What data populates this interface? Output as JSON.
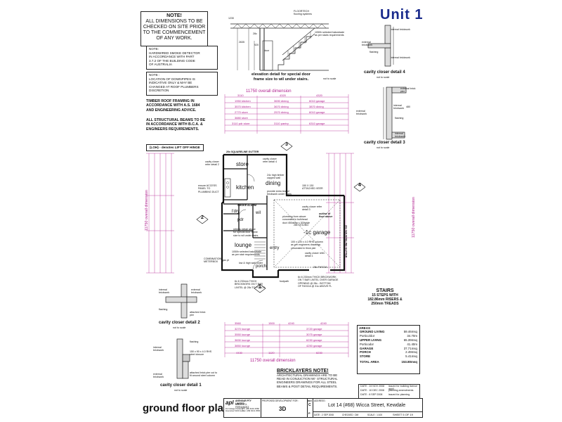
{
  "unit_title": "Unit 1",
  "sheet_title": "ground floor plan",
  "notes": {
    "main": [
      "NOTE!",
      "ALL DIMENSIONS TO BE",
      "CHECKED ON SITE PRIOR",
      "TO THE COMMENCEMENT",
      "OF ANY WORK."
    ],
    "smoke": [
      "NOTE:",
      "HARDWIRED SMOKE DETECTOR",
      "IN ACCORDANCE WITH PART",
      "3.7.2 OF THE BUILDING CODE",
      "OF AUSTRALIA"
    ],
    "downpipes": [
      "NOTE :",
      "LOCATION OF DOWNPIPES IS",
      "INDICATIVE ONLY & MAY BE",
      "CHANGED AT ROOF PLUMBERS",
      "DISCRETION"
    ],
    "timber": [
      "TIMBER ROOF FRAMING IN",
      "ACCORDANCE WITH A.S. 1684",
      "AND ENGINEERING ADVICE."
    ],
    "beams": [
      "ALL STRUCTURAL BEAMS TO BE",
      "IN ACCORDANCE WITH B.C.A. &",
      "ENGINEERS REQUIREMENTS."
    ],
    "loh": "(LOH) - denotes LIFT OFF HINGE"
  },
  "elevation": {
    "caption": [
      "elevation detail for special door",
      "frame size to wil under stairs."
    ],
    "scale": "not to scale",
    "flooring": [
      "FLOORTECH",
      "flooring systems"
    ],
    "balusters": [
      "1050h selected balustrade",
      "as per stairs requirements"
    ],
    "dims": [
      "1230",
      "28c",
      "2635",
      "920",
      "door"
    ]
  },
  "details": [
    {
      "title": "cavity closer detail 4",
      "scale": "not to scale"
    },
    {
      "title": "cavity closer detail 3",
      "scale": "not to scale"
    },
    {
      "title": "cavity closer detail 2",
      "scale": "not to scale"
    },
    {
      "title": "cavity closer detail 1",
      "scale": "not to scale"
    }
  ],
  "detail_labels": {
    "internal_brickwork": "internal brickwork",
    "external_brickwork": "external brickwork",
    "flashing": "flashing",
    "attached_brick_pier": "attached brick pier",
    "steel_closure": [
      "150 x 90 x 4.0 RHS",
      "steel closure"
    ],
    "brick_pier_note": [
      "attached brick pier cut to",
      "fit around steel column"
    ],
    "external_brick_pier": "external brick pier",
    "dim_480": "480"
  },
  "overall_dimension": "11750 overall dimension",
  "top_dims": {
    "row1": [
      "3110",
      "4320",
      "4320"
    ],
    "row2": [
      "1950 kitchen",
      "3690 dining",
      "6010 garage"
    ],
    "row3": [
      "3570 kitchen",
      "3670 dining",
      "3870 dining"
    ],
    "row4": [
      "2770 store",
      "2570 dining",
      "6010 garage"
    ],
    "row5": [
      "3880 store"
    ],
    "row6": [
      "3110 pdr store",
      "3110 pantry",
      "6310 garage"
    ]
  },
  "bottom_dims": {
    "row1": [
      "3560",
      "1500",
      "4240",
      "4240"
    ],
    "row2": [
      "3270 lounge",
      "3720 garage"
    ],
    "row3": [
      "3550 lounge",
      "3075 garage"
    ],
    "row4": [
      "3830 lounge",
      "6230 garage"
    ],
    "row5": [
      "3850 lounge",
      "4250 garage"
    ],
    "row6": [
      "4430",
      "1120",
      "6230"
    ]
  },
  "side_labels": {
    "left": [
      "11750 overall dimension"
    ],
    "right": [
      "11750 overall dimension"
    ]
  },
  "sections": [
    "3",
    "2",
    "4",
    "1"
  ],
  "rooms": {
    "store": "store",
    "kitchen": "kitchen",
    "dining": "dining",
    "ldry": "l'dry",
    "pdr": "pdr",
    "wil": "wil",
    "garage": "-1c garage",
    "lounge": "lounge",
    "entry": "entry",
    "porch": "porch"
  },
  "plan_notes": {
    "gutter_top": "20x SQUARELINE GUTTER",
    "gutter_right": "20x SQUARELINE GUTTER",
    "cavity_closer_4": "cavity closer refer detail 4",
    "cavity_closer_3": "cavity closer refer detail 3",
    "cavity_closer_2": "cavity closer refer detail 2",
    "cavity_closer_1": "cavity closer refer detail 1",
    "stair": [
      "refer to detail above",
      "for special door frame",
      "size to wil under stairs."
    ],
    "balustrade": [
      "1050h selected balustrade",
      "as per stair requirements"
    ],
    "plumbing": [
      "plumbing from above",
      "concealed in bulkhead",
      "duct 450deep x 300wide"
    ],
    "column": [
      "100 x 100 x 4.0 RHS column",
      "as per engineers drawings",
      "concealed in thick pier"
    ],
    "beam": [
      "150 X 130",
      "ATTACHED VEER"
    ],
    "outline": [
      "outline of",
      "floor above"
    ],
    "ceiling": "28c CEILING",
    "access": [
      "ensure ACCESS",
      "PANEL TO",
      "PLUMBING DUCT"
    ],
    "combination": [
      "COMBINATION",
      "METERBOX"
    ],
    "lintel1": [
      "6x 6 230mm THICK",
      "BRICKWORK ON T BAR",
      "LINTEL @ 28c TO PORCH"
    ],
    "lintel2": [
      "6x 6 230mm THICK BRICKWORK",
      "ON T BAR LINTEL OVER GARAGE",
      "OPENING @ 28c - BOTTOM",
      "OF FASCIA @ 31c ABOVE FL"
    ],
    "bench": [
      "24c high timber",
      "capped wall"
    ],
    "display": [
      "provide extra leaf of",
      "brickwork under stairs"
    ],
    "smoke": "SMOKE ALARM",
    "fascia": "28c FASCIA",
    "footpath": "footpath",
    "porch_wall": "low & high wall under",
    "gas": "gas pt",
    "stairs_block": [
      "STAIRS",
      "15 STEPS WITH",
      "182.86mm RISERS &",
      "250mm TREADS"
    ]
  },
  "areas": {
    "header": "AREAS",
    "rows": [
      {
        "label": "GROUND LIVING",
        "value": "59.46msq"
      },
      {
        "label": "Portico/dor",
        "value": "34.70m"
      },
      {
        "label": "UPPER LIVING",
        "value": "65.39msq"
      },
      {
        "label": "Porticodor",
        "value": "41.40m"
      },
      {
        "label": "GARAGE",
        "value": "37.71msq"
      },
      {
        "label": "PORCH",
        "value": "2.49msq"
      },
      {
        "label": "STORE",
        "value": "5.41msq"
      }
    ],
    "total_label": "TOTAL AREA",
    "total_value": "153.80msq"
  },
  "bricklayers": {
    "title": "BRICKLAYERS NOTE!",
    "text": [
      "ARCHITECTURAL DRAWINGS ARE TO BE",
      "READ IN CONJUCTION W/- STRUCTURAL",
      "ENGINEERS DRAWINGS FOR ALL STEEL",
      "BEAMS & POST DETAIL REQUIREMENTS."
    ]
  },
  "revisions": [
    {
      "date": "DATE : 24 NOV 2008",
      "desc": "issued for building licence appli."
    },
    {
      "date": "DATE : 10 DEC 2008",
      "desc": "planning amendments"
    },
    {
      "date": "DATE : 8 SEP 2008",
      "desc": "issued for planning"
    }
  ],
  "title_block": {
    "logo": "apl",
    "company": "AVENGAR PTY LIMITED",
    "designer": "ANGELO IL FERNANDEZ",
    "address": [
      "19 Cottage Parkway",
      "Hounslow 6100 Aust."
    ],
    "phone": [
      "Ph: (08) 6219 2583",
      "Fax: (08) 6212 2582"
    ],
    "proposed_label": "PROPOSED DEVELOPMENT FOR :",
    "proposed_value": "3D",
    "address_label": "ADDRESS :",
    "address_value": "Lot 14 (#68) Wicca Street, Kewdale",
    "date": "DATE : 2 SEP 2008",
    "checked": "CHECKED : DM",
    "scale": "SCALE : 1:100",
    "sheet": "SHEET 5 OF 19",
    "rev_label": "REV",
    "rev_value": "C",
    "drawn_label": "P"
  }
}
